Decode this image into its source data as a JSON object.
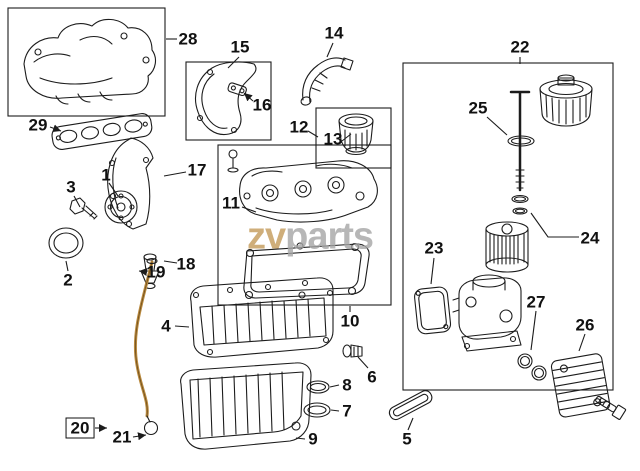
{
  "watermark": {
    "prefix": "zv",
    "suffix": "parts",
    "prefix_color": "#c49a5a",
    "suffix_color": "#a6a6a6"
  },
  "colors": {
    "line": "#1c1c1c",
    "dipstick": "#b9893e",
    "background": "#ffffff"
  },
  "callouts": [
    {
      "label": "1"
    },
    {
      "label": "2"
    },
    {
      "label": "3"
    },
    {
      "label": "4"
    },
    {
      "label": "5"
    },
    {
      "label": "6"
    },
    {
      "label": "7"
    },
    {
      "label": "8"
    },
    {
      "label": "9"
    },
    {
      "label": "10"
    },
    {
      "label": "11"
    },
    {
      "label": "12"
    },
    {
      "label": "13"
    },
    {
      "label": "14"
    },
    {
      "label": "15"
    },
    {
      "label": "16"
    },
    {
      "label": "17"
    },
    {
      "label": "18"
    },
    {
      "label": "19"
    },
    {
      "label": "20"
    },
    {
      "label": "21"
    },
    {
      "label": "22"
    },
    {
      "label": "23"
    },
    {
      "label": "24"
    },
    {
      "label": "25"
    },
    {
      "label": "26"
    },
    {
      "label": "27"
    },
    {
      "label": "28"
    },
    {
      "label": "29"
    }
  ]
}
